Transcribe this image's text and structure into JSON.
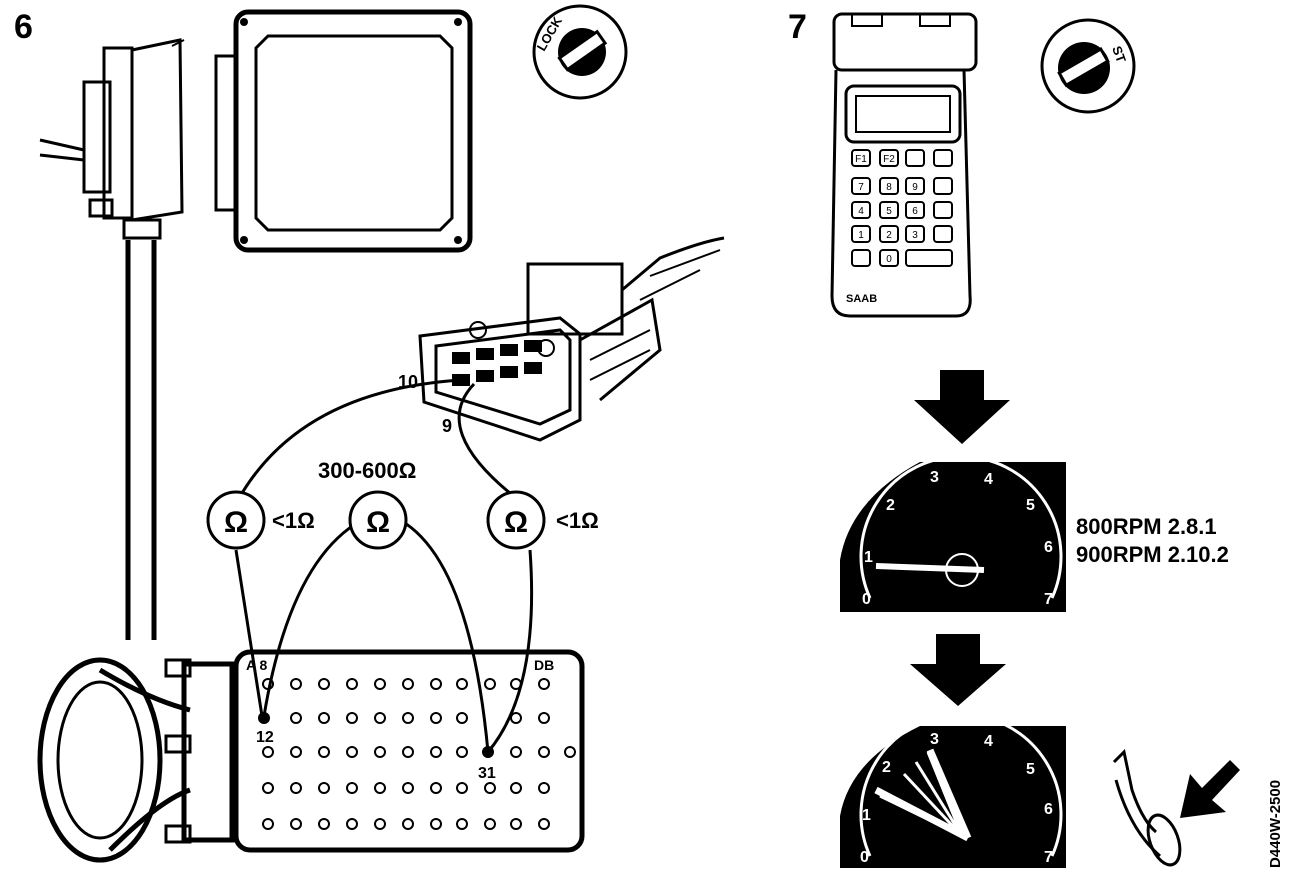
{
  "steps": {
    "step6": "6",
    "step7": "7"
  },
  "ignition": {
    "lock_label": "LOCK",
    "start_label": "ST"
  },
  "tester": {
    "brand": "SAAB",
    "keys": [
      "F1",
      "F2",
      "",
      "",
      "7",
      "8",
      "9",
      "",
      "4",
      "5",
      "6",
      "",
      "1",
      "2",
      "3",
      "",
      "",
      "0",
      ""
    ]
  },
  "connector": {
    "pin_a": "10",
    "pin_b": "9"
  },
  "meters": {
    "symbol": "Ω",
    "reading_left": "<1Ω",
    "reading_mid": "300-600Ω",
    "reading_right": "<1Ω"
  },
  "breakout": {
    "corner_left": "A 8",
    "corner_right": "DB",
    "pin_12": "12",
    "pin_31": "31"
  },
  "tachometer": {
    "ticks": [
      "0",
      "1",
      "2",
      "3",
      "4",
      "5",
      "6",
      "7"
    ],
    "spec_line1": "800RPM 2.8.1",
    "spec_line2": "900RPM 2.10.2"
  },
  "figure_code": "D440W-2500",
  "colors": {
    "ink": "#000000",
    "paper": "#ffffff"
  }
}
